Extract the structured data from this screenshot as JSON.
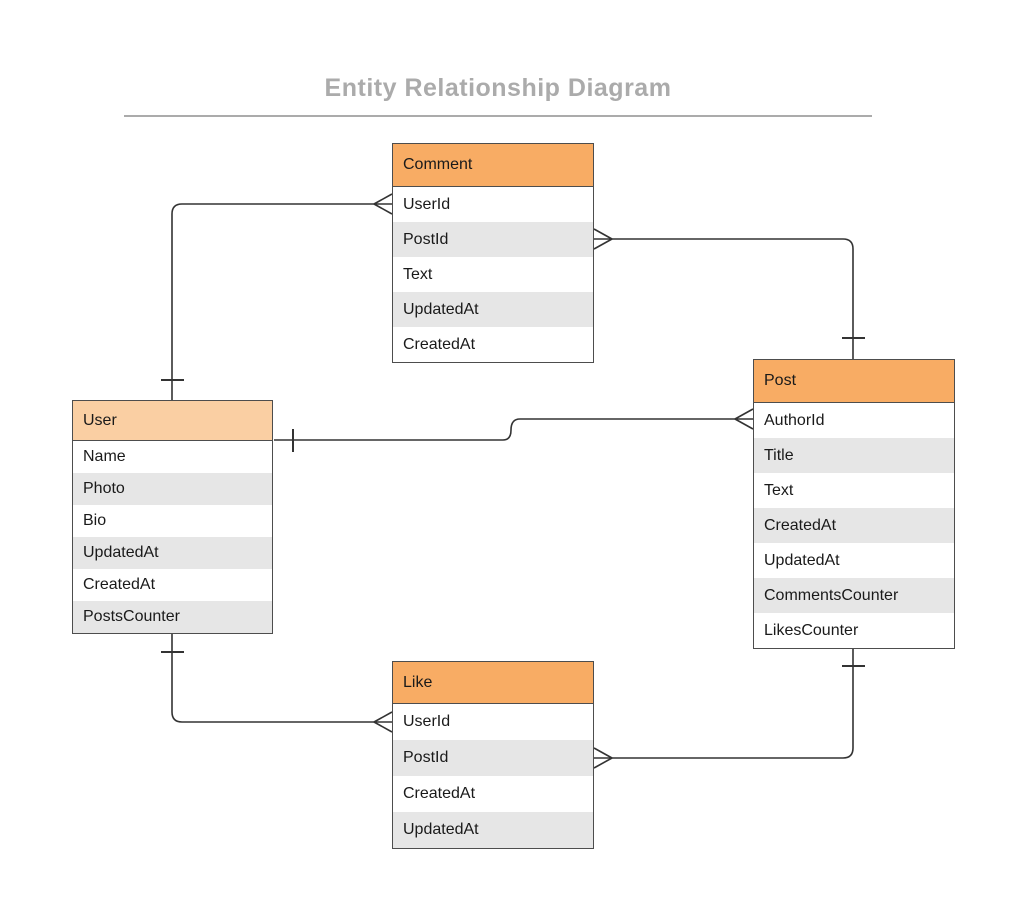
{
  "title": "Entity Relationship Diagram",
  "colors": {
    "header_fill": "#F8AC64",
    "user_header_fill": "#FACFA3",
    "row_alt_fill": "#E6E6E6",
    "table_border": "#4D4D4D",
    "connector": "#333333",
    "title": "#ABABAB"
  },
  "entities": {
    "comment": {
      "name": "Comment",
      "fields": [
        "UserId",
        "PostId",
        "Text",
        "UpdatedAt",
        "CreatedAt"
      ]
    },
    "post": {
      "name": "Post",
      "fields": [
        "AuthorId",
        "Title",
        "Text",
        "CreatedAt",
        "UpdatedAt",
        "CommentsCounter",
        "LikesCounter"
      ]
    },
    "user": {
      "name": "User",
      "fields": [
        "Name",
        "Photo",
        "Bio",
        "UpdatedAt",
        "CreatedAt",
        "PostsCounter"
      ]
    },
    "like": {
      "name": "Like",
      "fields": [
        "UserId",
        "PostId",
        "CreatedAt",
        "UpdatedAt"
      ]
    }
  },
  "relationships": [
    {
      "one_end": "User",
      "many_end": "Comment.UserId",
      "cardinality": "one-to-many"
    },
    {
      "one_end": "Post",
      "many_end": "Comment.PostId",
      "cardinality": "one-to-many"
    },
    {
      "one_end": "User",
      "many_end": "Post.AuthorId",
      "cardinality": "one-to-many"
    },
    {
      "one_end": "User",
      "many_end": "Like.UserId",
      "cardinality": "one-to-many"
    },
    {
      "one_end": "Post",
      "many_end": "Like.PostId",
      "cardinality": "one-to-many"
    }
  ]
}
